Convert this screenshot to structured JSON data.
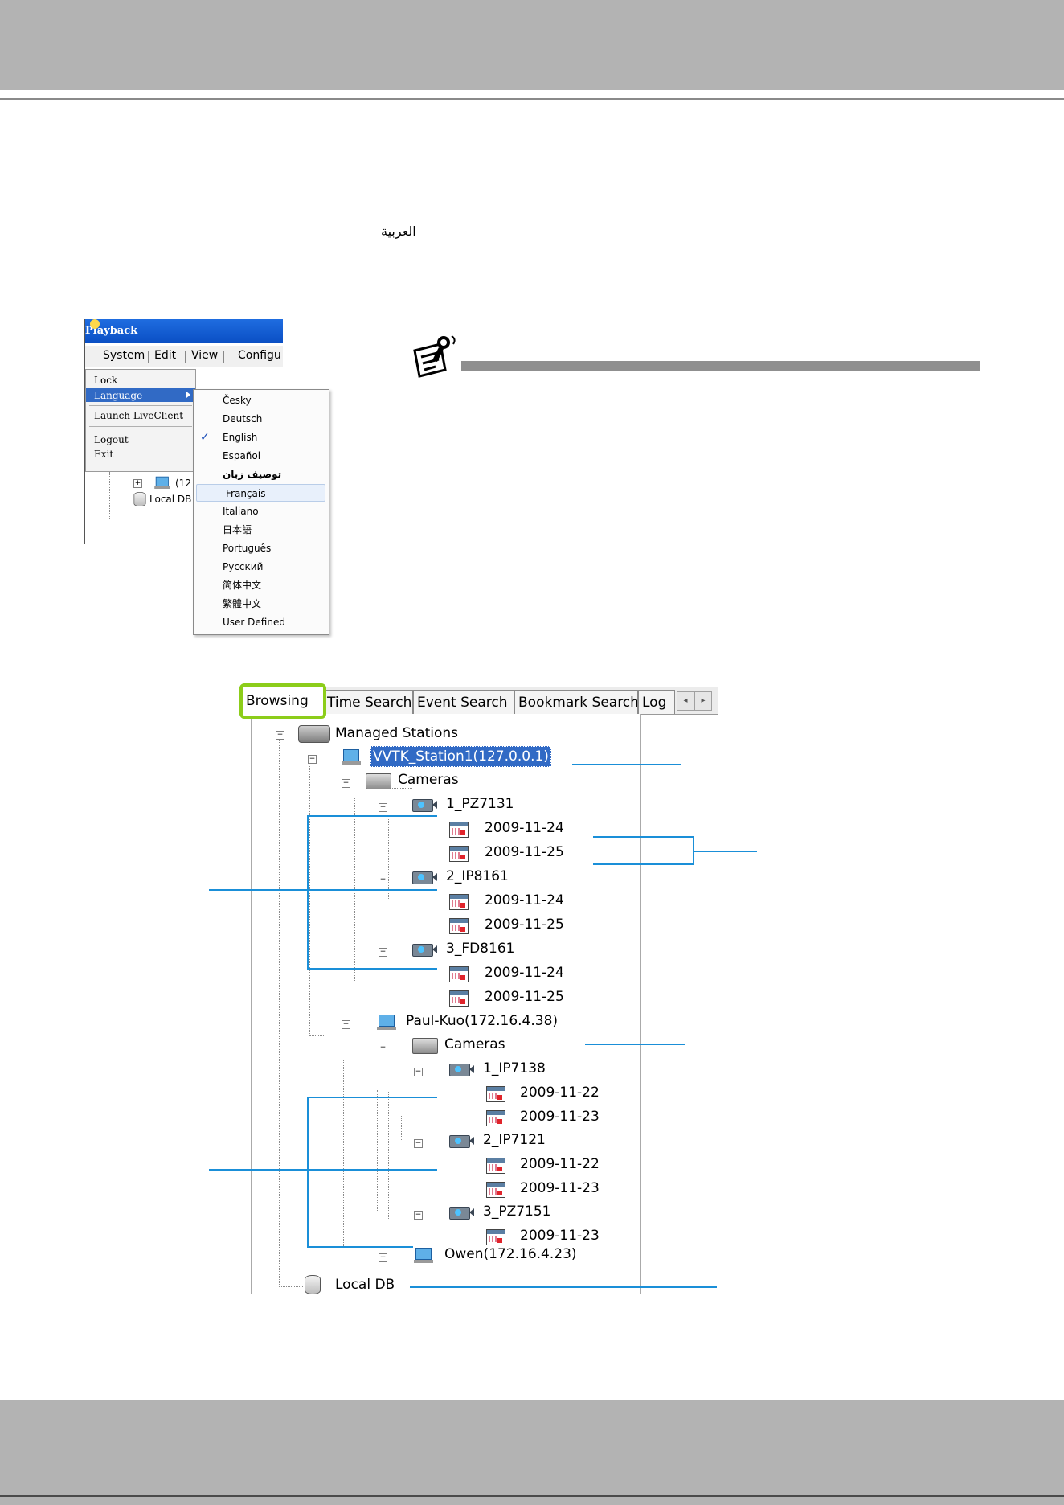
{
  "arabic_text": "العربية",
  "playback_window": {
    "title": "Playback",
    "menubar": [
      "System",
      "Edit",
      "View",
      "Configu"
    ],
    "system_menu": {
      "items": [
        "Lock",
        "Language",
        "Launch LiveClient",
        "Logout",
        "Exit"
      ],
      "highlighted": "Language"
    },
    "tree_fragment": {
      "station_label": "(12",
      "local_db_label": "Local DB"
    }
  },
  "language_submenu": {
    "items": [
      "Česky",
      "Deutsch",
      "English",
      "Español",
      "توصيف زبان",
      "Français",
      "Italiano",
      "日本語",
      "Português",
      "Русский",
      "简体中文",
      "繁體中文",
      "User Defined"
    ],
    "checked": "English",
    "hovered": "Français",
    "check_glyph": "✓"
  },
  "browser": {
    "tabs": [
      "Browsing",
      "Time Search",
      "Event Search",
      "Bookmark Search",
      "Log"
    ],
    "active_tab": "Browsing",
    "scroll_left": "◂",
    "scroll_right": "▸",
    "tree": {
      "root": "Managed Stations",
      "station1": {
        "name": "VVTK_Station1(127.0.0.1)",
        "folder": "Cameras",
        "cameras": [
          {
            "name": "1_PZ7131",
            "dates": [
              "2009-11-24",
              "2009-11-25"
            ]
          },
          {
            "name": "2_IP8161",
            "dates": [
              "2009-11-24",
              "2009-11-25"
            ]
          },
          {
            "name": "3_FD8161",
            "dates": [
              "2009-11-24",
              "2009-11-25"
            ]
          }
        ]
      },
      "station2": {
        "name": "Paul-Kuo(172.16.4.38)",
        "folder": "Cameras",
        "cameras": [
          {
            "name": "1_IP7138",
            "dates": [
              "2009-11-22",
              "2009-11-23"
            ]
          },
          {
            "name": "2_IP7121",
            "dates": [
              "2009-11-22",
              "2009-11-23"
            ]
          },
          {
            "name": "3_PZ7151",
            "dates": [
              "2009-11-23"
            ]
          }
        ]
      },
      "station3": {
        "name": "Owen(172.16.4.23)"
      },
      "local_db": "Local DB"
    },
    "toggle_expanded": "−",
    "toggle_collapsed": "+"
  },
  "colors": {
    "band": "#b3b3b3",
    "highlight_tab_border": "#8ccd1a",
    "callout_line": "#1a8fd8",
    "selection": "#316ac5"
  }
}
